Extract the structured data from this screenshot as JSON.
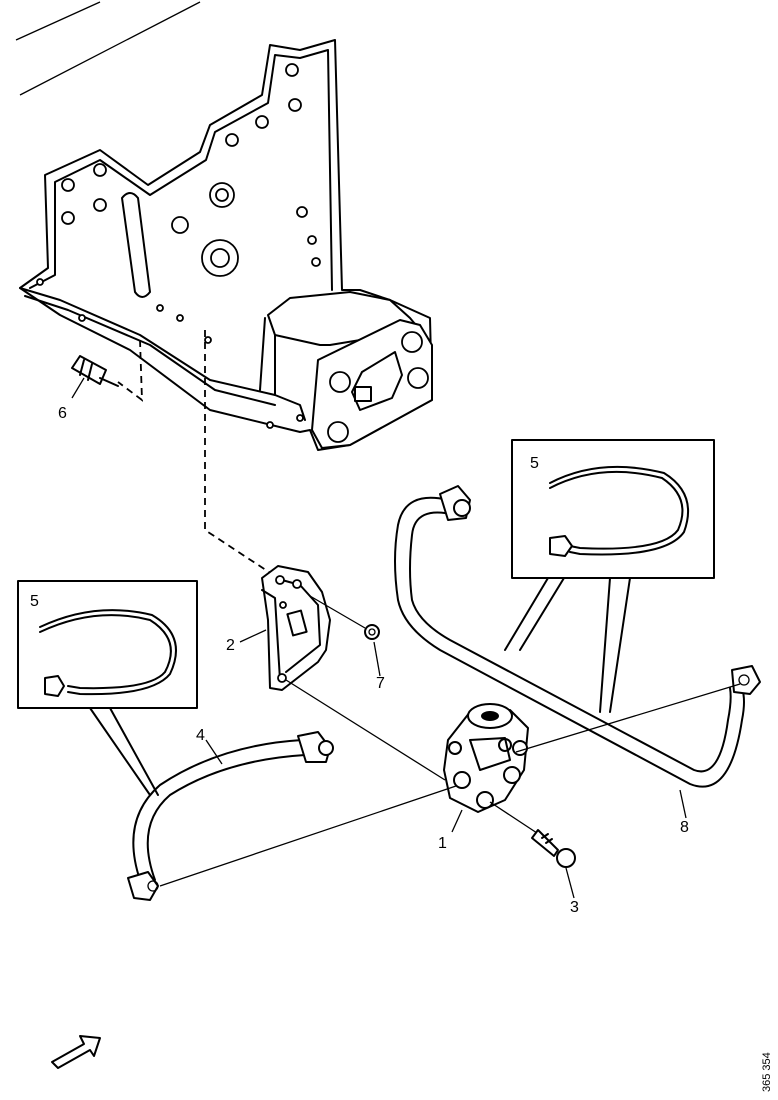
{
  "callouts": {
    "c1": "1",
    "c2": "2",
    "c3": "3",
    "c4": "4",
    "c5_left": "5",
    "c5_right": "5",
    "c6": "6",
    "c7": "7",
    "c8": "8"
  },
  "reference_number": "365 354",
  "icons": {
    "direction_arrow": "forward-arrow-icon"
  }
}
